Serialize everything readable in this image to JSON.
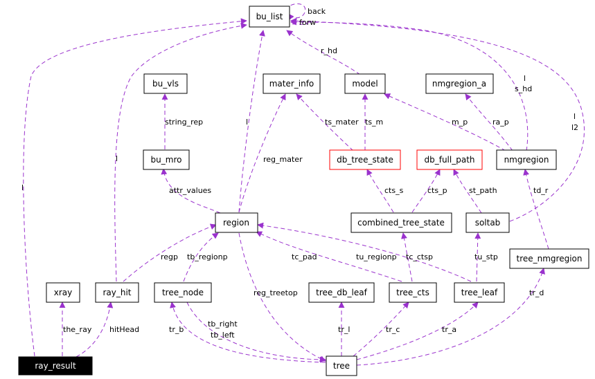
{
  "colors": {
    "edge": "#9a32cd",
    "highlight_border": "#ff0000",
    "dark_fill": "#000000"
  },
  "nodes": {
    "bu_list": "bu_list",
    "bu_vls": "bu_vls",
    "mater_info": "mater_info",
    "model": "model",
    "nmgregion_a": "nmgregion_a",
    "bu_mro": "bu_mro",
    "db_tree_state": "db_tree_state",
    "db_full_path": "db_full_path",
    "nmgregion": "nmgregion",
    "region": "region",
    "combined_tree_state": "combined_tree_state",
    "soltab": "soltab",
    "tree_nmgregion": "tree_nmgregion",
    "xray": "xray",
    "ray_hit": "ray_hit",
    "tree_node": "tree_node",
    "tree_db_leaf": "tree_db_leaf",
    "tree_cts": "tree_cts",
    "tree_leaf": "tree_leaf",
    "ray_result": "ray_result",
    "tree": "tree"
  },
  "edge_labels": {
    "back": "back",
    "forw": "forw",
    "r_hd": "r_hd",
    "l_nmgregion": "l",
    "s_hd": "s_hd",
    "l_region": "l",
    "l_rayhit": "l",
    "l_rayresult": "l",
    "l2": "l2",
    "l_soltab": "l",
    "string_rep": "string_rep",
    "ts_mater": "ts_mater",
    "ts_m": "ts_m",
    "m_p": "m_p",
    "ra_p": "ra_p",
    "reg_mater": "reg_mater",
    "attr_values": "attr_values",
    "cts_s": "cts_s",
    "cts_p": "cts_p",
    "st_path": "st_path",
    "td_r": "td_r",
    "regp": "regp",
    "tb_regionp": "tb_regionp",
    "tc_pad": "tc_pad",
    "tu_regionp": "tu_regionp",
    "tc_ctsp": "tc_ctsp",
    "tu_stp": "tu_stp",
    "reg_treetop": "reg_treetop",
    "tr_d": "tr_d",
    "the_ray": "the_ray",
    "hitHead": "hitHead",
    "tr_b": "tr_b",
    "tb_right": "tb_right",
    "tb_left": "tb_left",
    "tr_l": "tr_l",
    "tr_c": "tr_c",
    "tr_a": "tr_a"
  }
}
